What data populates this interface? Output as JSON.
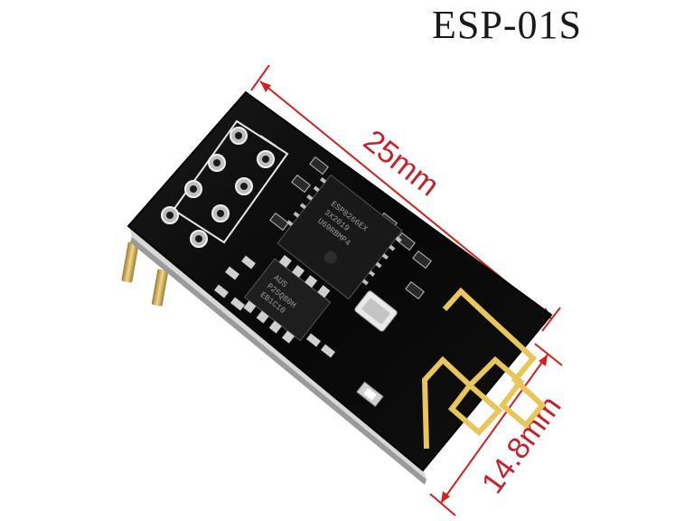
{
  "title": "ESP-01S",
  "dimensions": {
    "length": "25mm",
    "width": "14.8mm"
  },
  "chip_markings": {
    "mcu": [
      "ESP8266EX",
      "3X2019",
      "U69RBMP4"
    ],
    "flash": [
      "AUS",
      "P25Q80H",
      "EB1C10"
    ]
  },
  "colors": {
    "pcb": "#0b0b0b",
    "dimension_line": "#d42020",
    "antenna": "#e8c65a",
    "header_pins": "#d8b25a",
    "pad_silver": "#c9c9c9"
  }
}
